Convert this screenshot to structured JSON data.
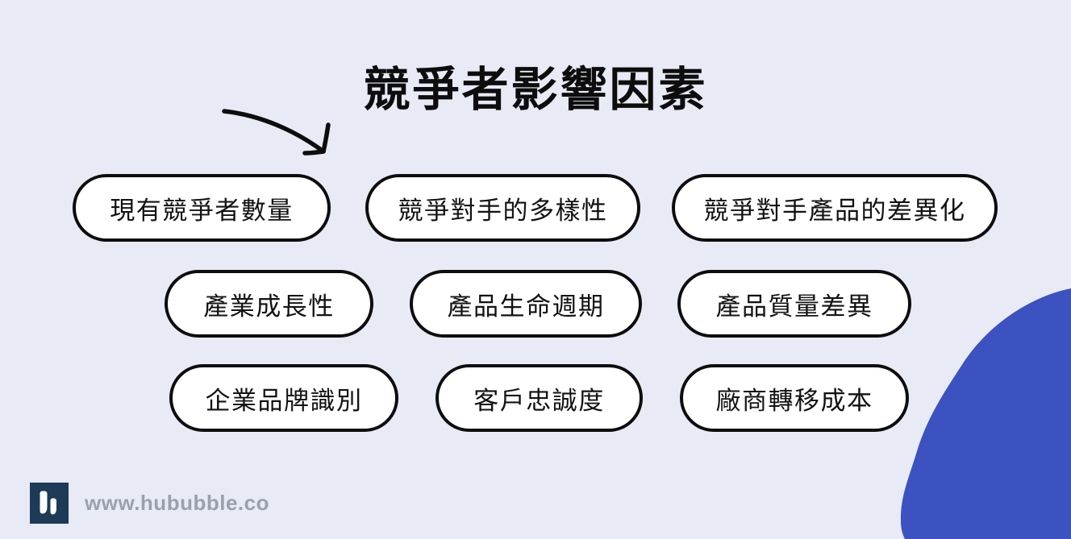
{
  "title": "競爭者影響因素",
  "pills": [
    [
      "現有競爭者數量",
      "競爭對手的多樣性",
      "競爭對手產品的差異化"
    ],
    [
      "產業成長性",
      "產品生命週期",
      "產品質量差異"
    ],
    [
      "企業品牌識別",
      "客戶忠誠度",
      "廠商轉移成本"
    ]
  ],
  "footer": {
    "url": "www.hububble.co"
  },
  "icons": {
    "arrow": "hand-drawn-curved-arrow-down-right",
    "blob": "organic-corner-blob",
    "logo": "hububble-logo"
  },
  "colors": {
    "bg": "#e8eaf6",
    "blob": "#3b52c0",
    "ink": "#0d0d0d",
    "pill-bg": "#ffffff",
    "logo-navy": "#1d3a56",
    "footer-gray": "#9aa0ae"
  }
}
